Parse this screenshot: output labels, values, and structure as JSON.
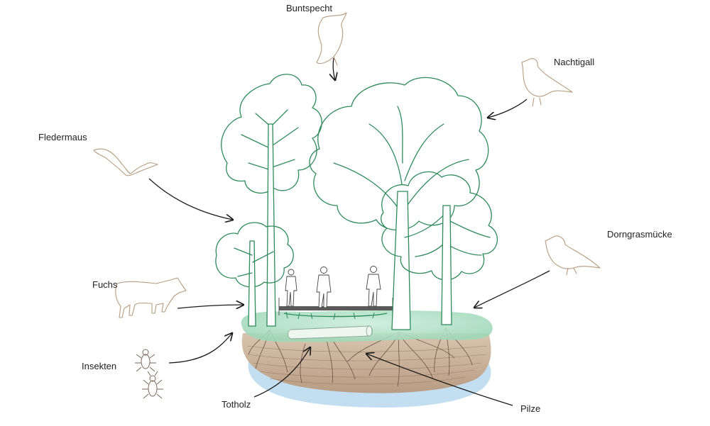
{
  "labels": {
    "buntspecht": "Buntspecht",
    "nachtigall": "Nachtigall",
    "fledermaus": "Fledermaus",
    "dorngrasmuecke": "Dorngrasmücke",
    "fuchs": "Fuchs",
    "insekten": "Insekten",
    "totholz": "Totholz",
    "pilze": "Pilze"
  },
  "colors": {
    "foliage": "#2f8a5c",
    "animals": "#b79b7f",
    "grass": "#a8dcc0",
    "soil": "#c9b29a",
    "water": "#a9cde6",
    "arrows": "#1a1a1a"
  }
}
